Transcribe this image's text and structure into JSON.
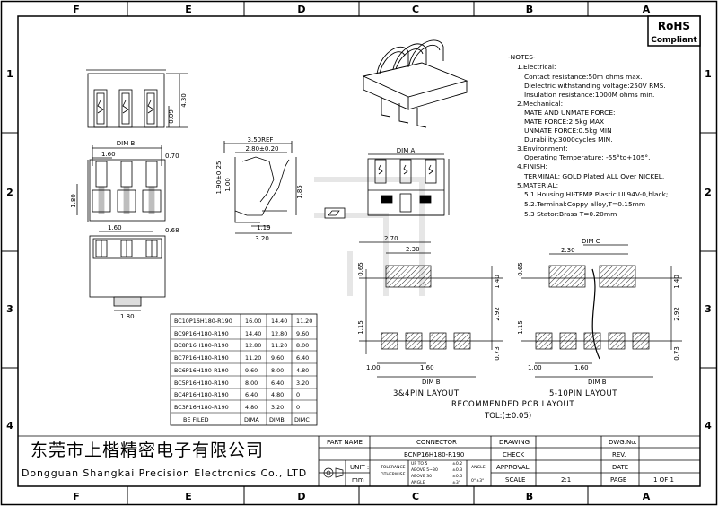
{
  "border": {
    "columns": [
      "F",
      "E",
      "D",
      "C",
      "B",
      "A"
    ],
    "rows": [
      "1",
      "2",
      "3",
      "4"
    ]
  },
  "rohs": {
    "line1": "RoHS",
    "line2": "Compliant"
  },
  "notes": {
    "title": "-NOTES-",
    "lines": [
      "1.Electrical:",
      "Contact resistance:50m ohms max.",
      "Dielectric withstanding voltage:250V RMS.",
      "Insulation resistance:1000M ohms min.",
      "2.Mechanical:",
      "MATE AND UNMATE FORCE:",
      "MATE FORCE:2.5kg MAX",
      "UNMATE FORCE:0.5kg MIN",
      "Durability:3000cycles MIN.",
      "3.Environment:",
      "Operating Temperature: -55°to+105°.",
      "4.FINISH:",
      "TERMINAL: GOLD Plated ALL Over NICKEL.",
      "5.MATERIAL:",
      "5.1.Housing:HI-TEMP Plastic,UL94V-0,black;",
      "5.2.Terminal:Coppy alloy,T=0.15mm",
      "5.3  Stator:Brass   T=0.20mm"
    ]
  },
  "dims": {
    "top_view_height": "4.30",
    "top_view_small": "0.09",
    "dim_b": "DIM B",
    "pitch": "1.60",
    "pin_w": "0.70",
    "body_h": "1.80",
    "bottom_pin": "0.68",
    "bottom_w": "1.80",
    "side_ref": "3.50REF",
    "side_w": "2.80±0.20",
    "side_h": "1.90±0.25",
    "side_h2": "1.00",
    "side_foot": "1.19",
    "side_len": "3.20",
    "front_dim_a": "DIM A",
    "front_h": "1.85",
    "pcb_270": "2.70",
    "pcb_230": "2.30",
    "pcb_065": "0.65",
    "pcb_140": "1.40",
    "pcb_292": "2.92",
    "pcb_115": "1.15",
    "pcb_073": "0.73",
    "pcb_100": "1.00",
    "pcb_160": "1.60",
    "pcb_dimb": "DIM B",
    "pcb_dimc": "DIM C",
    "layout_34": "3&4PIN  LAYOUT",
    "layout_510": "5-10PIN  LAYOUT",
    "pcb_title": "RECOMMENDED PCB LAYOUT",
    "tol": "TOL:(±0.05)"
  },
  "table": {
    "rows": [
      [
        "BC10P16H180-R190",
        "16.00",
        "14.40",
        "11.20"
      ],
      [
        "BC9P16H180-R190",
        "14.40",
        "12.80",
        "9.60"
      ],
      [
        "BC8P16H180-R190",
        "12.80",
        "11.20",
        "8.00"
      ],
      [
        "BC7P16H180-R190",
        "11.20",
        "9.60",
        "6.40"
      ],
      [
        "BC6P16H180-R190",
        "9.60",
        "8.00",
        "4.80"
      ],
      [
        "BC5P16H180-R190",
        "8.00",
        "6.40",
        "3.20"
      ],
      [
        "BC4P16H180-R190",
        "6.40",
        "4.80",
        "0"
      ],
      [
        "BC3P16H180-R190",
        "4.80",
        "3.20",
        "0"
      ]
    ],
    "header": [
      "BE FILED",
      "DIMA",
      "DIMB",
      "DIMC"
    ]
  },
  "title_block": {
    "company_cn": "东莞市上楷精密电子有限公司",
    "company_en": "Dongguan Shangkai Precision Electronics Co., LTD",
    "part_name_label": "PART NAME",
    "part_name": "CONNECTOR",
    "part_no": "BCNP16H180-R190",
    "drawing": "DRAWING",
    "check": "CHECK",
    "approval": "APPROVAL",
    "scale_label": "SCALE",
    "scale": "2:1",
    "page_label": "PAGE",
    "page": "1 OF 1",
    "dwg_label": "DWG.No.",
    "rev_label": "REV.",
    "date_label": "DATE",
    "unit_label": "UNIT :",
    "unit": "mm",
    "tolerance": "TOLERANCE",
    "otherwise": "OTHERWISE",
    "tol_up5": "UP TO 5",
    "tol_5_30": "ABOVE 5~30",
    "tol_30": "ABOVE 30",
    "tol_angle": "ANGLE",
    "tol_v1": "±0.2",
    "tol_v2": "±0.3",
    "tol_v3": "±0.5",
    "tol_v4": "±3°",
    "angle_label": "ANGLE",
    "angle_val": "0°±3°"
  }
}
